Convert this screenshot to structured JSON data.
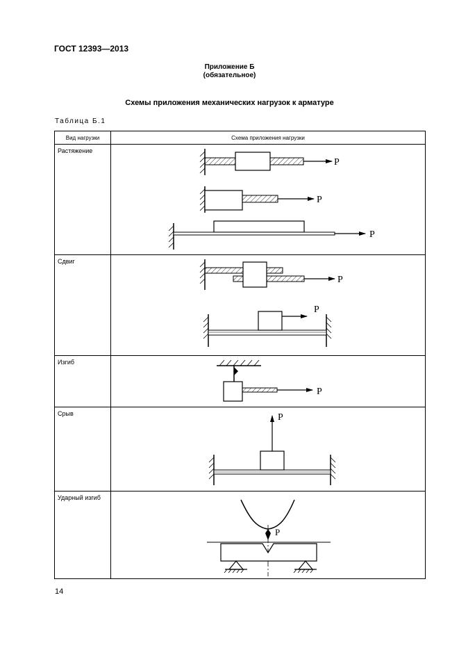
{
  "header": {
    "doc_code": "ГОСТ 12393—2013"
  },
  "appendix": {
    "title": "Приложение Б",
    "status": "(обязательное)"
  },
  "section_title": "Схемы приложения механических нагрузок к арматуре",
  "table_label": "Таблица Б.1",
  "table": {
    "columns": [
      "Вид нагрузки",
      "Схема приложения нагрузки"
    ],
    "rows": [
      {
        "label": "Растяжение"
      },
      {
        "label": "Сдвиг"
      },
      {
        "label": "Изгиб"
      },
      {
        "label": "Срыв"
      },
      {
        "label": "Ударный изгиб"
      }
    ]
  },
  "load_symbol": "P",
  "page_number": "14"
}
